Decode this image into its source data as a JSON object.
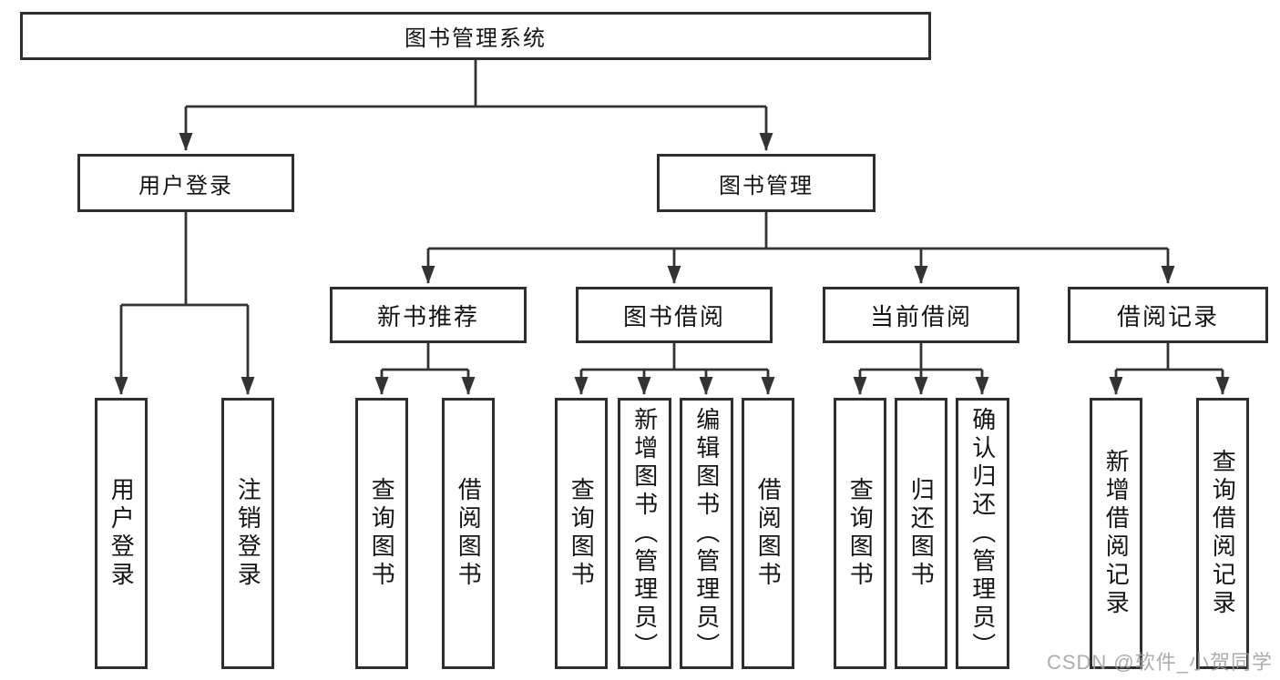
{
  "tree": {
    "root": {
      "label": "图书管理系统"
    },
    "branches": [
      {
        "label": "用户登录",
        "children": [
          {
            "label": "用户登录"
          },
          {
            "label": "注销登录"
          }
        ]
      },
      {
        "label": "图书管理",
        "children": [
          {
            "label": "新书推荐",
            "children": [
              {
                "label": "查询图书"
              },
              {
                "label": "借阅图书"
              }
            ]
          },
          {
            "label": "图书借阅",
            "children": [
              {
                "label": "查询图书"
              },
              {
                "label": "新增图书（管理员）"
              },
              {
                "label": "编辑图书（管理员）"
              },
              {
                "label": "借阅图书"
              }
            ]
          },
          {
            "label": "当前借阅",
            "children": [
              {
                "label": "查询图书"
              },
              {
                "label": "归还图书"
              },
              {
                "label": "确认归还（管理员）"
              }
            ]
          },
          {
            "label": "借阅记录",
            "children": [
              {
                "label": "新增借阅记录"
              },
              {
                "label": "查询借阅记录"
              }
            ]
          }
        ]
      }
    ]
  },
  "watermark": {
    "text": "CSDN @软件_小贺同学"
  },
  "colors": {
    "line": "#333333",
    "box_border": "#2e2e2e",
    "text": "#141414",
    "background": "#ffffff",
    "watermark": "#9e9e9e"
  }
}
